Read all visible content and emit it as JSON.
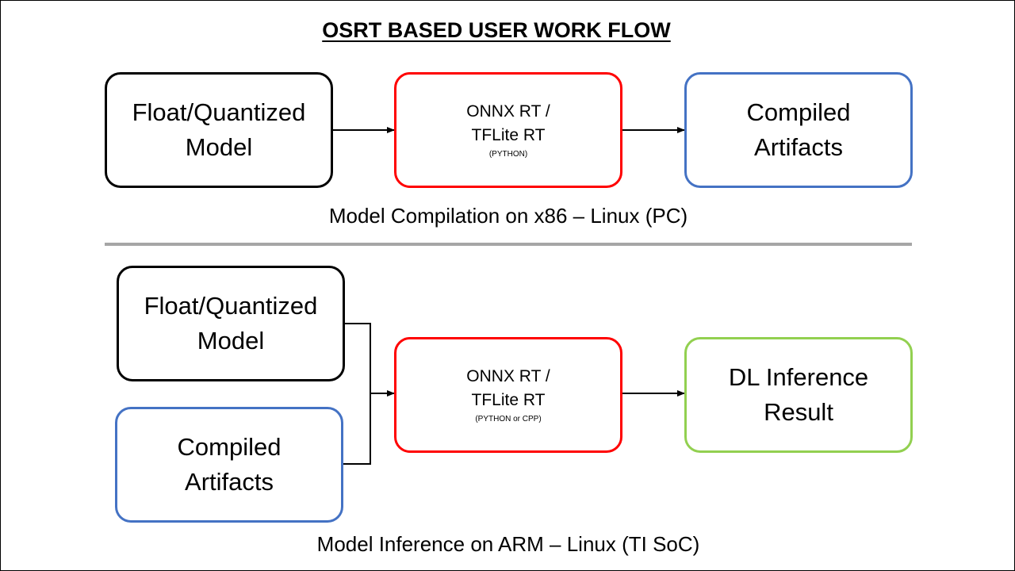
{
  "title": "OSRT BASED USER WORK FLOW",
  "compilation": {
    "input_box": {
      "line1": "Float/Quantized",
      "line2": "Model"
    },
    "runtime_box": {
      "line1": "ONNX RT /",
      "line2": "TFLite RT",
      "note": "(PYTHON)"
    },
    "output_box": {
      "line1": "Compiled",
      "line2": "Artifacts"
    },
    "caption": "Model Compilation on x86 – Linux (PC)"
  },
  "inference": {
    "model_box": {
      "line1": "Float/Quantized",
      "line2": "Model"
    },
    "artifacts_box": {
      "line1": "Compiled",
      "line2": "Artifacts"
    },
    "runtime_box": {
      "line1": "ONNX RT /",
      "line2": "TFLite RT",
      "note": "(PYTHON or CPP)"
    },
    "output_box": {
      "line1": "DL Inference",
      "line2": "Result"
    },
    "caption": "Model Inference on ARM – Linux (TI SoC)"
  },
  "colors": {
    "model": "#000000",
    "runtime": "#ff0000",
    "artifacts": "#4472c4",
    "result": "#92d050",
    "divider": "#a6a6a6"
  }
}
